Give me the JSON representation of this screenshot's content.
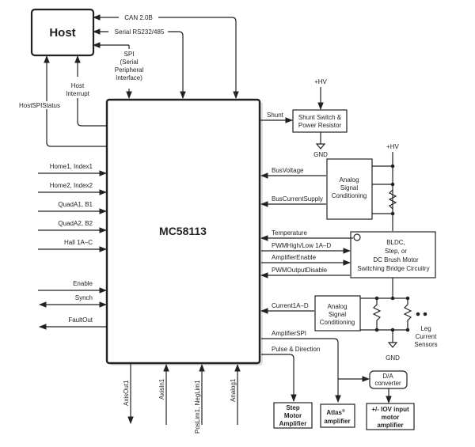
{
  "diagram": {
    "host": {
      "title": "Host"
    },
    "controller": {
      "title": "MC58113"
    },
    "host_links": {
      "can": "CAN 2.0B",
      "serial": "Serial RS232/485",
      "spi": [
        "SPI",
        "(Serial",
        "Peripheral",
        "Interface)"
      ],
      "host_interrupt": [
        "Host",
        "Interrupt"
      ],
      "host_spi_status": "HostSPIStatus"
    },
    "left_signals": {
      "home1": "Home1, Index1",
      "home2": "Home2, Index2",
      "quad1": "QuadA1, B1",
      "quad2": "QuadA2, B2",
      "hall": "Hall 1A–C",
      "enable": "Enable",
      "synch": "Synch",
      "faultout": "FaultOut"
    },
    "bottom_signals": {
      "axisout": "AxisOut1",
      "axisin": "AxisIn1",
      "limits": "PosLim1, NegLim1",
      "analog": "Analog1"
    },
    "right_signals": {
      "shunt": "Shunt",
      "busvoltage": "BusVoltage",
      "buscurrent": "BusCurrentSupply",
      "temperature": "Temperature",
      "pwm": "PWMHigh/Low 1A–D",
      "ampenable": "AmplifierEnable",
      "pwmdisable": "PWMOutputDisable",
      "current": "Current1A–D",
      "ampspi": "AmplifierSPI",
      "pulse": "Pulse & Direction"
    },
    "blocks": {
      "shunt_switch": [
        "Shunt Switch &",
        "Power Resistor"
      ],
      "analog1": [
        "Analog",
        "Signal",
        "Conditioning"
      ],
      "bridge": [
        "BLDC,",
        "Step, or",
        "DC Brush Motor",
        "Switching Bridge Circuitry"
      ],
      "analog2": [
        "Analog",
        "Signal",
        "Conditioning"
      ],
      "da": [
        "D/A",
        "converter"
      ],
      "step_amp": [
        "Step",
        "Motor",
        "Amplifier"
      ],
      "atlas_amp": [
        "Atlas",
        "amplifier"
      ],
      "atlas_reg": "®",
      "iov_amp": [
        "+/- IOV input",
        "motor",
        "amplifier"
      ]
    },
    "power": {
      "hv1": "+HV",
      "hv2": "+HV",
      "gnd1": "GND",
      "gnd2": "GND",
      "leg_sensors": [
        "Leg",
        "Current",
        "Sensors"
      ]
    }
  }
}
